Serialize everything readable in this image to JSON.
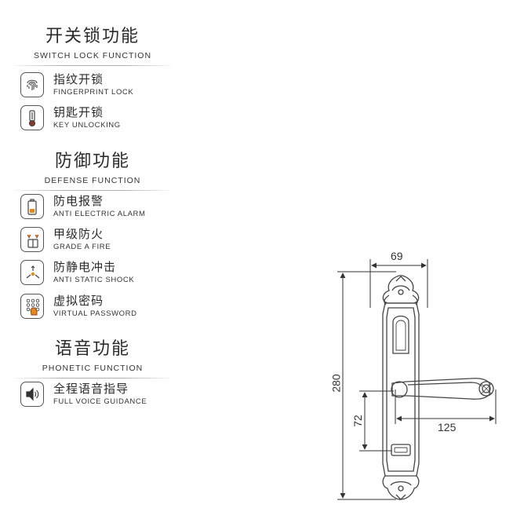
{
  "sections": [
    {
      "title": "开关锁功能",
      "subtitle": "SWITCH LOCK FUNCTION",
      "items": [
        {
          "cn": "指纹开锁",
          "en": "FINGERPRINT LOCK",
          "icon": "fingerprint-icon"
        },
        {
          "cn": "钥匙开锁",
          "en": "KEY UNLOCKING",
          "icon": "key-icon"
        }
      ]
    },
    {
      "title": "防御功能",
      "subtitle": "DEFENSE FUNCTION",
      "items": [
        {
          "cn": "防电报警",
          "en": "ANTI ELECTRIC ALARM",
          "icon": "battery-icon"
        },
        {
          "cn": "甲级防火",
          "en": "GRADE A FIRE",
          "icon": "fire-door-icon"
        },
        {
          "cn": "防静电冲击",
          "en": "ANTI STATIC SHOCK",
          "icon": "static-shock-icon"
        },
        {
          "cn": "虚拟密码",
          "en": "VIRTUAL PASSWORD",
          "icon": "keypad-icon"
        }
      ]
    },
    {
      "title": "语音功能",
      "subtitle": "PHONETIC FUNCTION",
      "items": [
        {
          "cn": "全程语音指导",
          "en": "FULL VOICE GUIDANCE",
          "icon": "speaker-icon"
        }
      ]
    }
  ],
  "dimensions": {
    "width": "69",
    "height": "280",
    "handle_height": "72",
    "handle_length": "125"
  }
}
